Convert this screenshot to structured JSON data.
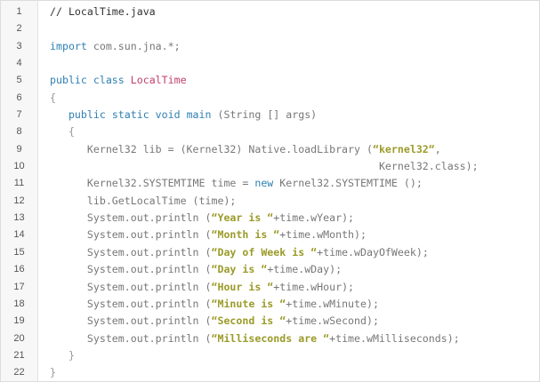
{
  "editor": {
    "colors": {
      "plain": "#777777",
      "comment": "#333333",
      "keyword": "#2f7fb3",
      "type": "#c23f6b",
      "string": "#9b9b2a",
      "muted": "#999999"
    },
    "lines": [
      {
        "number": "1",
        "tokens": [
          {
            "type": "comment",
            "text": "// LocalTime.java"
          }
        ]
      },
      {
        "number": "2",
        "tokens": []
      },
      {
        "number": "3",
        "tokens": [
          {
            "type": "keyword",
            "text": "import"
          },
          {
            "type": "plain",
            "text": " com.sun.jna.*;"
          }
        ]
      },
      {
        "number": "4",
        "tokens": []
      },
      {
        "number": "5",
        "tokens": [
          {
            "type": "keyword",
            "text": "public class"
          },
          {
            "type": "plain",
            "text": " "
          },
          {
            "type": "type",
            "text": "LocalTime"
          }
        ]
      },
      {
        "number": "6",
        "tokens": [
          {
            "type": "muted",
            "text": "{"
          }
        ]
      },
      {
        "number": "7",
        "tokens": [
          {
            "type": "plain",
            "text": "   "
          },
          {
            "type": "keyword",
            "text": "public static void"
          },
          {
            "type": "plain",
            "text": " "
          },
          {
            "type": "keyword",
            "text": "main"
          },
          {
            "type": "plain",
            "text": " (String [] args)"
          }
        ]
      },
      {
        "number": "8",
        "tokens": [
          {
            "type": "plain",
            "text": "   "
          },
          {
            "type": "muted",
            "text": "{"
          }
        ]
      },
      {
        "number": "9",
        "tokens": [
          {
            "type": "plain",
            "text": "      Kernel32 lib = (Kernel32) Native.loadLibrary ("
          },
          {
            "type": "string",
            "text": "“kernel32“"
          },
          {
            "type": "plain",
            "text": ","
          }
        ]
      },
      {
        "number": "10",
        "tokens": [
          {
            "type": "plain",
            "text": "                                                     Kernel32.class);"
          }
        ]
      },
      {
        "number": "11",
        "tokens": [
          {
            "type": "plain",
            "text": "      Kernel32.SYSTEMTIME time = "
          },
          {
            "type": "keyword",
            "text": "new"
          },
          {
            "type": "plain",
            "text": " Kernel32.SYSTEMTIME ();"
          }
        ]
      },
      {
        "number": "12",
        "tokens": [
          {
            "type": "plain",
            "text": "      lib.GetLocalTime (time);"
          }
        ]
      },
      {
        "number": "13",
        "tokens": [
          {
            "type": "plain",
            "text": "      System.out.println ("
          },
          {
            "type": "string",
            "text": "“Year is “"
          },
          {
            "type": "plain",
            "text": "+time.wYear);"
          }
        ]
      },
      {
        "number": "14",
        "tokens": [
          {
            "type": "plain",
            "text": "      System.out.println ("
          },
          {
            "type": "string",
            "text": "“Month is “"
          },
          {
            "type": "plain",
            "text": "+time.wMonth);"
          }
        ]
      },
      {
        "number": "15",
        "tokens": [
          {
            "type": "plain",
            "text": "      System.out.println ("
          },
          {
            "type": "string",
            "text": "“Day of Week is “"
          },
          {
            "type": "plain",
            "text": "+time.wDayOfWeek);"
          }
        ]
      },
      {
        "number": "16",
        "tokens": [
          {
            "type": "plain",
            "text": "      System.out.println ("
          },
          {
            "type": "string",
            "text": "“Day is “"
          },
          {
            "type": "plain",
            "text": "+time.wDay);"
          }
        ]
      },
      {
        "number": "17",
        "tokens": [
          {
            "type": "plain",
            "text": "      System.out.println ("
          },
          {
            "type": "string",
            "text": "“Hour is “"
          },
          {
            "type": "plain",
            "text": "+time.wHour);"
          }
        ]
      },
      {
        "number": "18",
        "tokens": [
          {
            "type": "plain",
            "text": "      System.out.println ("
          },
          {
            "type": "string",
            "text": "“Minute is “"
          },
          {
            "type": "plain",
            "text": "+time.wMinute);"
          }
        ]
      },
      {
        "number": "19",
        "tokens": [
          {
            "type": "plain",
            "text": "      System.out.println ("
          },
          {
            "type": "string",
            "text": "“Second is “"
          },
          {
            "type": "plain",
            "text": "+time.wSecond);"
          }
        ]
      },
      {
        "number": "20",
        "tokens": [
          {
            "type": "plain",
            "text": "      System.out.println ("
          },
          {
            "type": "string",
            "text": "“Milliseconds are “"
          },
          {
            "type": "plain",
            "text": "+time.wMilliseconds);"
          }
        ]
      },
      {
        "number": "21",
        "tokens": [
          {
            "type": "plain",
            "text": "   "
          },
          {
            "type": "muted",
            "text": "}"
          }
        ]
      },
      {
        "number": "22",
        "tokens": [
          {
            "type": "muted",
            "text": "}"
          }
        ]
      }
    ]
  }
}
